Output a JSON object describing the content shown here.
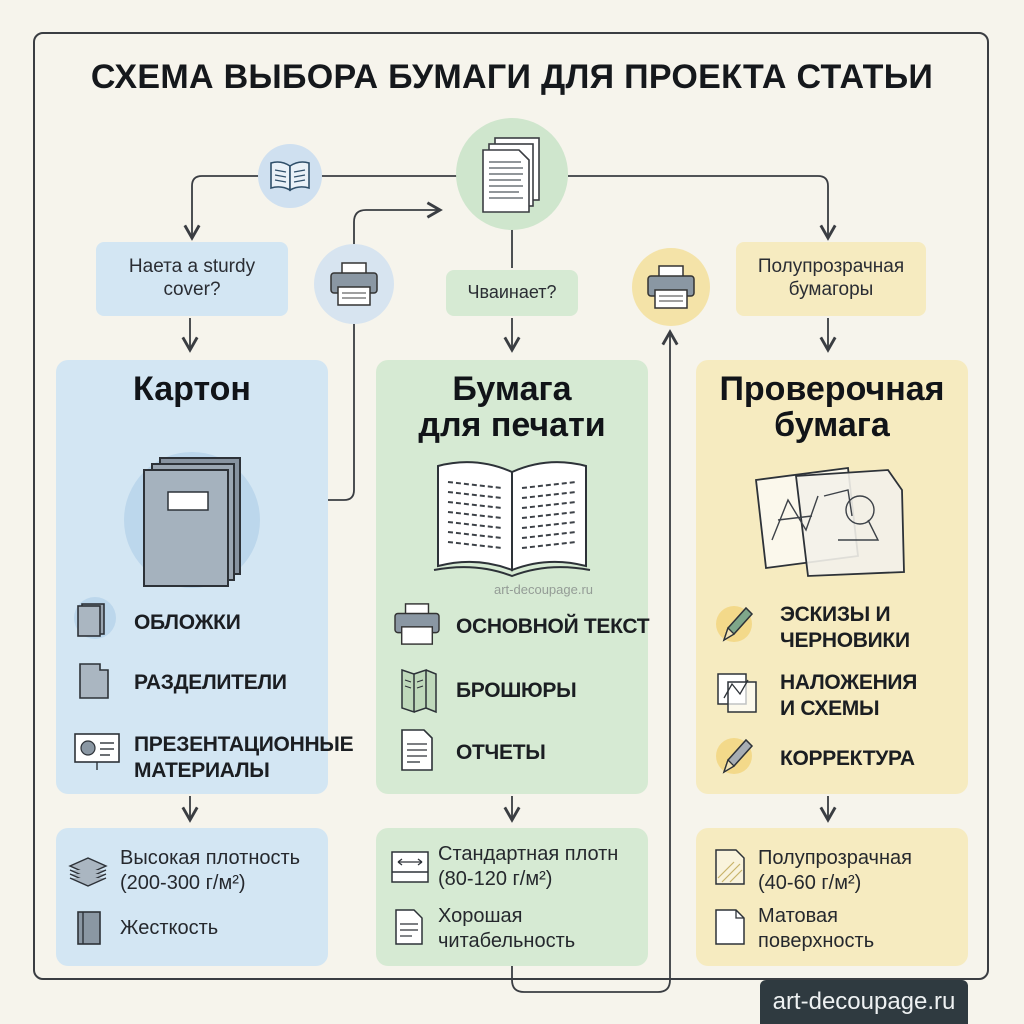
{
  "title": "СХЕМА ВЫБОРА БУМАГИ ДЛЯ ПРОЕКТА СТАТЬИ",
  "questions": {
    "left": "Наета a sturdy cover?",
    "middle": "Чваинает?",
    "right": "Полупрозрачная бумагоры"
  },
  "columns": [
    {
      "title_lines": [
        "Картон"
      ],
      "items": [
        {
          "icon": "folder-icon",
          "lines": [
            "ОБЛОЖКИ"
          ]
        },
        {
          "icon": "divider-tab-icon",
          "lines": [
            "РАЗДЕЛИТЕЛИ"
          ]
        },
        {
          "icon": "presentation-board-icon",
          "lines": [
            "ПРЕЗЕНТАЦИОННЫЕ",
            "МАТЕРИАЛЫ"
          ]
        }
      ],
      "attributes": [
        {
          "icon": "stacked-layers-icon",
          "lines": [
            "Высокая плотность",
            "(200-300 г/м²)"
          ]
        },
        {
          "icon": "binder-icon",
          "lines": [
            "Жесткость"
          ]
        }
      ]
    },
    {
      "title_lines": [
        "Бумага",
        "для печати"
      ],
      "items": [
        {
          "icon": "printer-icon",
          "lines": [
            "ОСНОВНОЙ ТЕКСТ"
          ]
        },
        {
          "icon": "brochure-icon",
          "lines": [
            "БРОШЮРЫ"
          ]
        },
        {
          "icon": "report-document-icon",
          "lines": [
            "ОТЧЕТЫ"
          ]
        }
      ],
      "attributes": [
        {
          "icon": "paper-thickness-icon",
          "lines": [
            "Стандартная плотн",
            "(80-120 г/м²)"
          ]
        },
        {
          "icon": "text-document-icon",
          "lines": [
            "Хорошая",
            "читабельность"
          ]
        }
      ]
    },
    {
      "title_lines": [
        "Проверочная",
        "бумага"
      ],
      "items": [
        {
          "icon": "pencil-icon",
          "lines": [
            "ЭСКИЗЫ И",
            "ЧЕРНОВИКИ"
          ]
        },
        {
          "icon": "overlay-sketch-icon",
          "lines": [
            "НАЛОЖЕНИЯ",
            "И СХЕМЫ"
          ]
        },
        {
          "icon": "pencil-icon",
          "lines": [
            "КОРРЕКТУРА"
          ]
        }
      ],
      "attributes": [
        {
          "icon": "translucent-sheet-icon",
          "lines": [
            "Полупрозрачная",
            "(40-60 г/м²)"
          ]
        },
        {
          "icon": "matte-sheet-icon",
          "lines": [
            "Матовая",
            "поверхность"
          ]
        }
      ]
    }
  ],
  "watermark": "art-decoupage.ru",
  "footer_badge": "art-decoupage.ru",
  "colors": {
    "blue": "#d3e6f3",
    "green": "#d6ead3",
    "yellow": "#f6ebc0",
    "lines": "#3a3d42"
  }
}
